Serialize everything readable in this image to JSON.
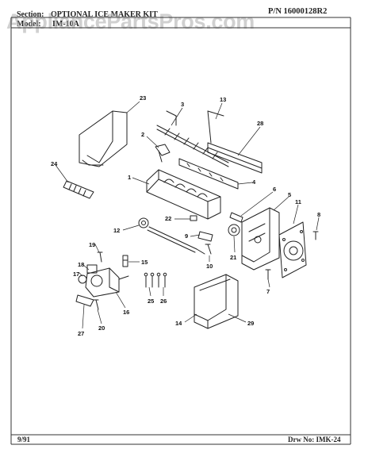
{
  "header": {
    "section_label": "Section:",
    "section_title": "OPTIONAL ICE MAKER KIT",
    "model_label": "Model:",
    "model_value": "IM-10A",
    "part_number": "P/N 16000128R2"
  },
  "watermark": "AppliancePartsPros.com",
  "callouts": [
    "1",
    "2",
    "3",
    "4",
    "5",
    "6",
    "7",
    "8",
    "9",
    "10",
    "11",
    "12",
    "13",
    "14",
    "15",
    "16",
    "17",
    "18",
    "19",
    "20",
    "21",
    "22",
    "23",
    "24",
    "25",
    "26",
    "27",
    "28",
    "29"
  ],
  "footer": {
    "date": "9/91",
    "drawing_number": "Drw No: IMK-24"
  },
  "colors": {
    "ink": "#222222",
    "paper": "#ffffff",
    "watermark": "#aaaaaa"
  }
}
